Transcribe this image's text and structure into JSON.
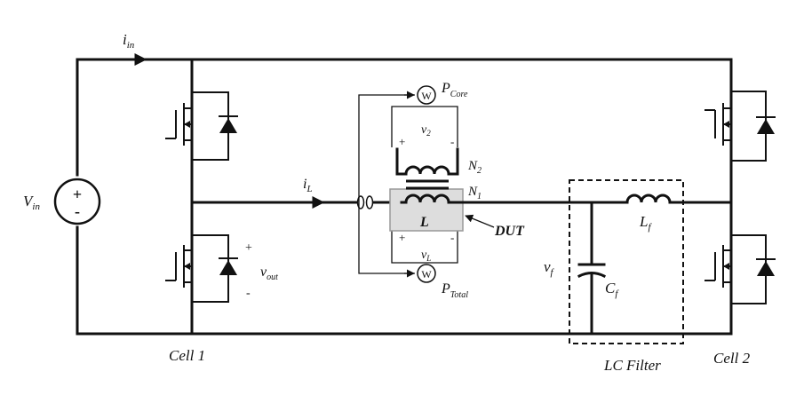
{
  "labels": {
    "vin": "V",
    "vin_sub": "in",
    "iin": "i",
    "iin_sub": "in",
    "il": "i",
    "il_sub": "L",
    "vout": "v",
    "vout_sub": "out",
    "vout_plus": "+",
    "vout_minus": "-",
    "pcore": "P",
    "pcore_sub": "Core",
    "ptotal": "P",
    "ptotal_sub": "Total",
    "v2": "v",
    "v2_sub": "2",
    "vl": "v",
    "vl_sub": "L",
    "n2": "N",
    "n2_sub": "2",
    "n1": "N",
    "n1_sub": "1",
    "l": "L",
    "dut": "DUT",
    "lf": "L",
    "lf_sub": "f",
    "cf": "C",
    "cf_sub": "f",
    "vf": "v",
    "vf_sub": "f",
    "cell1": "Cell 1",
    "cell2": "Cell 2",
    "lc_filter": "LC Filter",
    "wattmeter": "W",
    "plus": "+",
    "minus": "-"
  }
}
